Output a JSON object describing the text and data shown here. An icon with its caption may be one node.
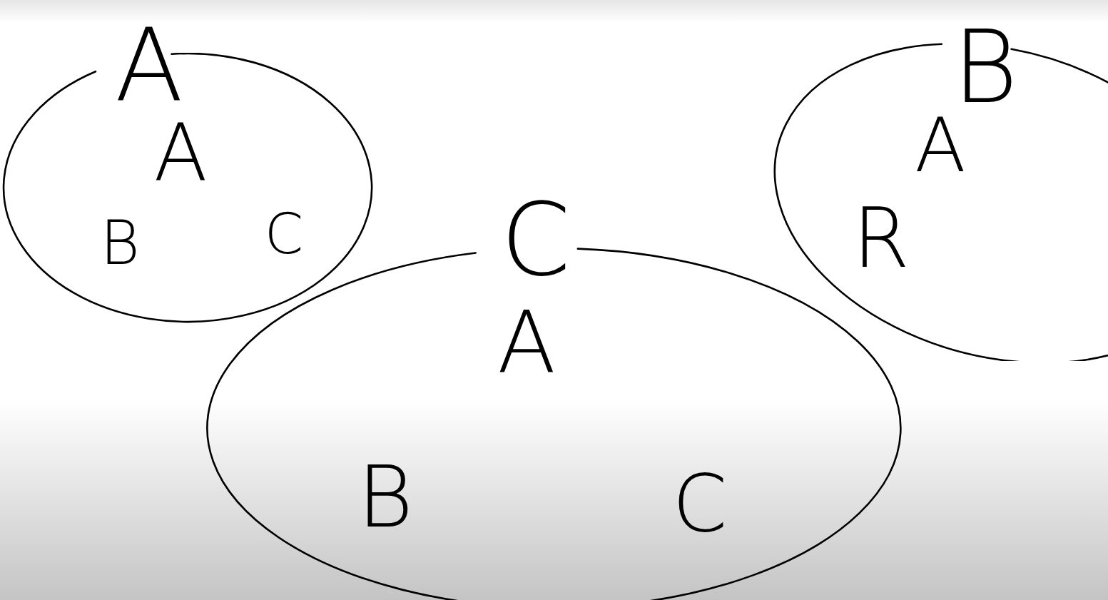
{
  "diagram": {
    "nodes": [
      {
        "text": [
          "A",
          "A",
          "B",
          "C"
        ]
      },
      {
        "text": [
          "B",
          "A",
          "R"
        ]
      },
      {
        "text": [
          "C",
          "A",
          "B",
          "C"
        ]
      }
    ]
  }
}
